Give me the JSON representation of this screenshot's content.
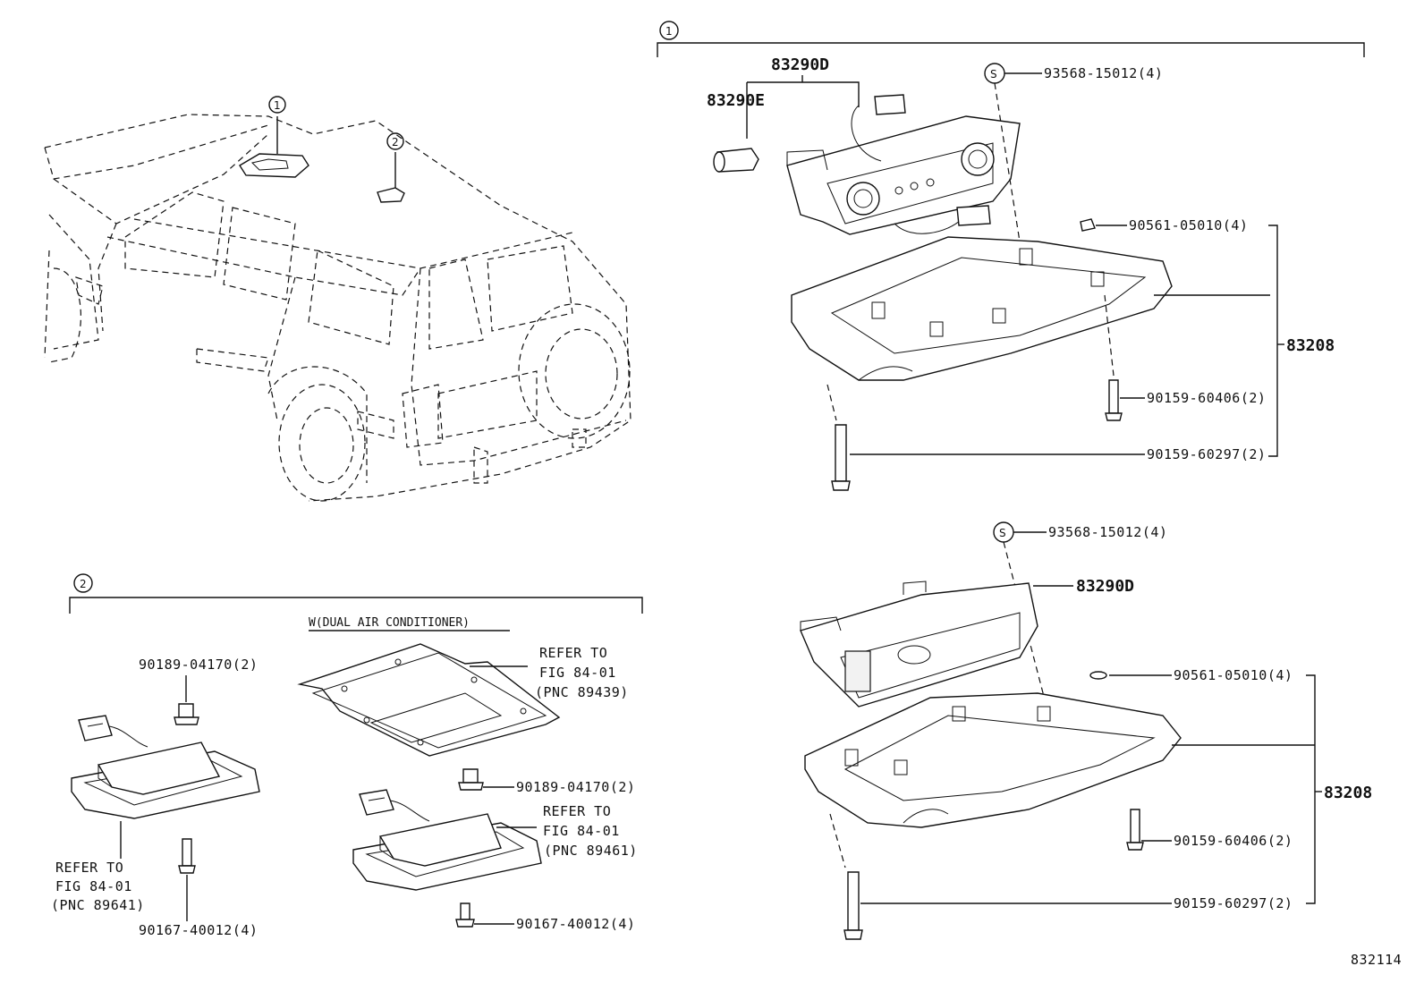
{
  "sections": {
    "marker_1": "1",
    "marker_2": "2"
  },
  "vehicle": {
    "marker_1": "1",
    "marker_2": "2"
  },
  "section1": {
    "console_upper": {
      "part_main": "83290D",
      "part_bulb": "83290E",
      "screw_s_marker": "S",
      "screw_s": "93568-15012(4)",
      "clip": "90561-05010(4)",
      "assembly": "83208",
      "screw_a": "90159-60406(2)",
      "screw_b": "90159-60297(2)"
    },
    "console_lower": {
      "screw_s_marker": "S",
      "screw_s": "93568-15012(4)",
      "part_main": "83290D",
      "clip": "90561-05010(4)",
      "assembly": "83208",
      "screw_a": "90159-60406(2)",
      "screw_b": "90159-60297(2)"
    }
  },
  "section2": {
    "condition_note": "W(DUAL AIR CONDITIONER)",
    "left_lamp": {
      "screw_top": "90189-04170(2)",
      "ref_line1": "REFER TO",
      "ref_line2": "FIG 84-01",
      "ref_line3": "(PNC 89641)",
      "screw_bottom": "90167-40012(4)"
    },
    "bracket": {
      "ref_line1": "REFER TO",
      "ref_line2": "FIG 84-01",
      "ref_line3": "(PNC 89439)"
    },
    "right_lamp": {
      "screw_top": "90189-04170(2)",
      "ref_line1": "REFER TO",
      "ref_line2": "FIG 84-01",
      "ref_line3": "(PNC 89461)",
      "screw_bottom": "90167-40012(4)"
    }
  },
  "figure_number": "832114"
}
